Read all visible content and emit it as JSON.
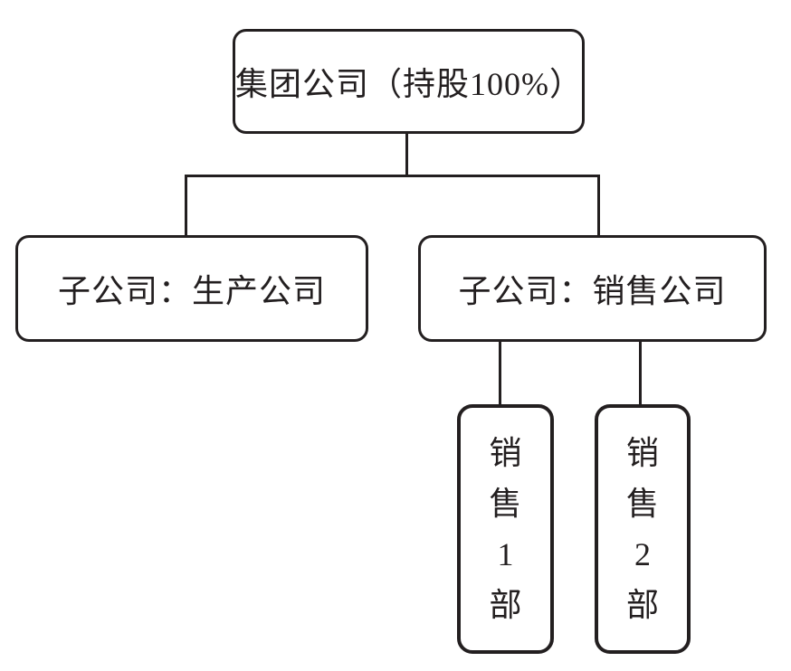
{
  "diagram": {
    "title": "corporate-structure-org-chart",
    "colors": {
      "line": "#231f20",
      "background": "#ffffff"
    },
    "root": {
      "label": "集团公司（持股100%）"
    },
    "subsidiaries": [
      {
        "label": "子公司：生产公司"
      },
      {
        "label": "子公司：销售公司"
      }
    ],
    "departments": [
      {
        "label": "销售1部",
        "chars": [
          "销",
          "售",
          "1",
          "部"
        ]
      },
      {
        "label": "销售2部",
        "chars": [
          "销",
          "售",
          "2",
          "部"
        ]
      }
    ]
  }
}
